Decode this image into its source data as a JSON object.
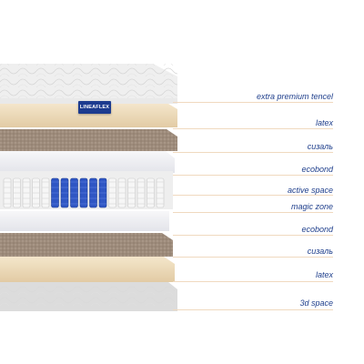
{
  "brand": {
    "label": "LINEAFLEX",
    "color": "#1c3b8f"
  },
  "layers": [
    {
      "label": "extra premium tencel"
    },
    {
      "label": "latex"
    },
    {
      "label": "сизаль"
    },
    {
      "label": "ecobond"
    },
    {
      "label": "active space"
    },
    {
      "label": "magic zone"
    },
    {
      "label": "ecobond"
    },
    {
      "label": "сизаль"
    },
    {
      "label": "latex"
    },
    {
      "label": "3d space"
    }
  ],
  "colors": {
    "label_text": "#1f3f8c",
    "rule": "#f0d9bf"
  }
}
